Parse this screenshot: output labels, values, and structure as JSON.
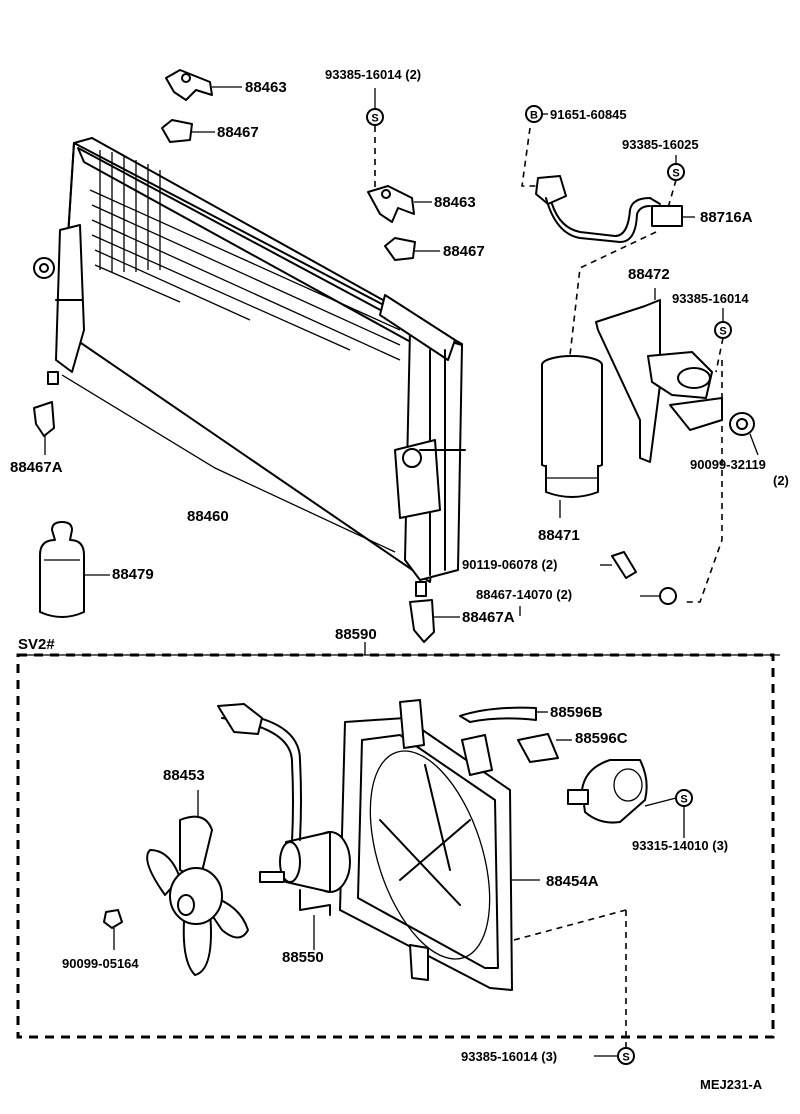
{
  "labels": {
    "p88463_top": "88463",
    "p88467_top": "88467",
    "bolt_93385_16014_2": "93385-16014 (2)",
    "p88463_mid": "88463",
    "p88467_mid": "88467",
    "p91651_60845": "91651-60845",
    "p93385_16025": "93385-16025",
    "p88716A": "88716A",
    "p88472": "88472",
    "p93385_16014": "93385-16014",
    "p90099_32119": "90099-32119",
    "p90099_32119_qty": "(2)",
    "p88467A_left": "88467A",
    "p88460": "88460",
    "p88471": "88471",
    "p90119_06078": "90119-06078 (2)",
    "p88467_14070": "88467-14070 (2)",
    "p88479": "88479",
    "p88467A_right": "88467A",
    "p88590": "88590",
    "sv2": "SV2#",
    "p88596B": "88596B",
    "p88596C": "88596C",
    "p88453": "88453",
    "p93315_14010": "93315-14010 (3)",
    "p88454A": "88454A",
    "p90099_05164": "90099-05164",
    "p88550": "88550",
    "p93385_16014_3": "93385-16014 (3)",
    "figure_code": "MEJ231-A"
  },
  "markers": {
    "s_symbol": "S",
    "b_symbol": "B"
  }
}
